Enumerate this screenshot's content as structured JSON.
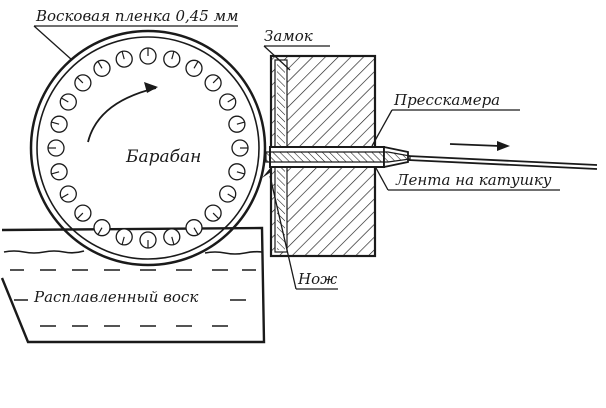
{
  "labels": {
    "wax_film": "Восковая пленка 0,45 мм",
    "lock": "Замок",
    "press_chamber": "Пресскамера",
    "drum": "Барабан",
    "tape": "Лента на катушку",
    "knife": "Нож",
    "molten_wax": "Расплавленный воск"
  },
  "drum": {
    "hole_count": 24
  },
  "colors": {
    "ink": "#1a1a1a",
    "background": "#ffffff"
  },
  "icons": [
    "rotation-arrow-icon",
    "flow-direction-arrow-icon"
  ]
}
